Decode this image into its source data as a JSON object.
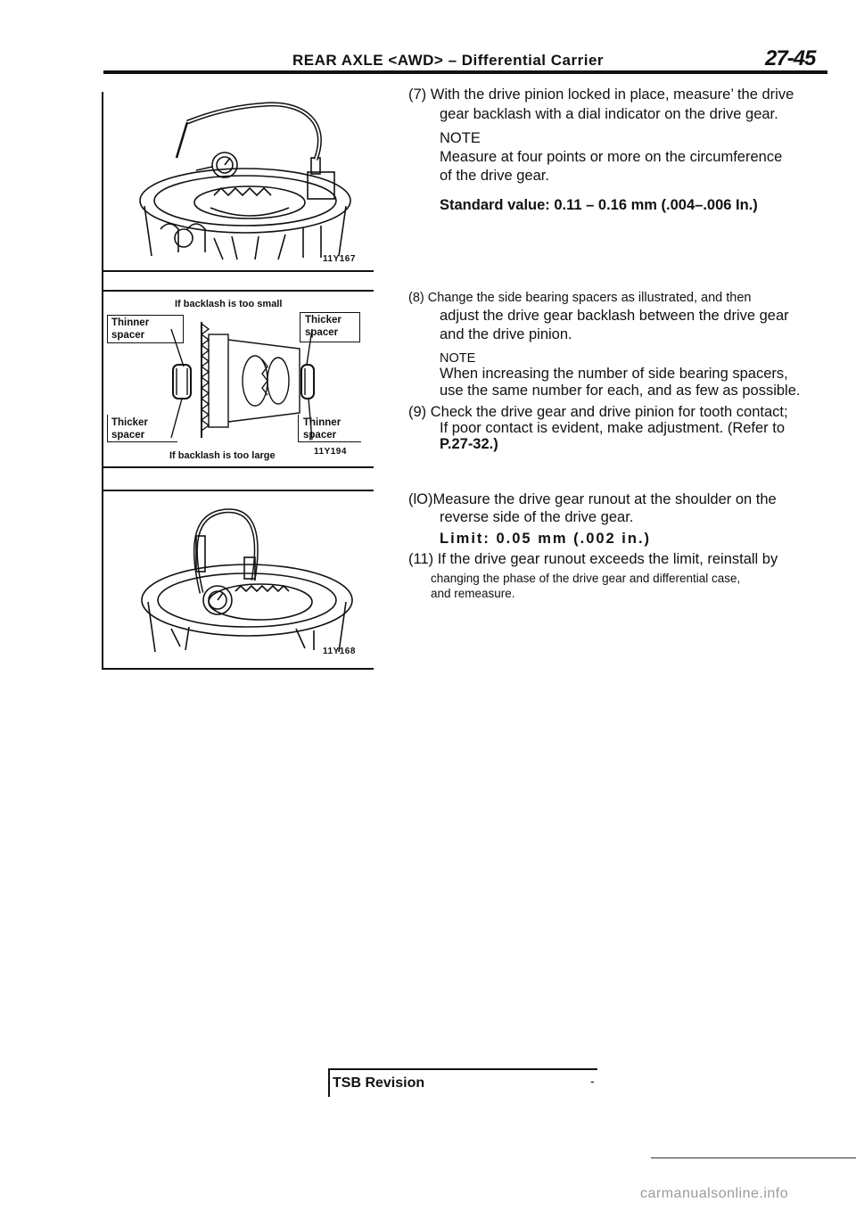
{
  "header": {
    "title": "REAR AXLE <AWD> – Differential Carrier",
    "page_number": "27-45"
  },
  "figures": {
    "fig1": {
      "code": "11Y167"
    },
    "fig2": {
      "caption_top": "If backlash is too small",
      "caption_bottom": "If backlash is too large",
      "code": "11Y194",
      "labels": {
        "top_left": [
          "Thinner",
          "spacer"
        ],
        "top_right": [
          "Thicker",
          "spacer"
        ],
        "bottom_left": [
          "Thicker",
          "spacer"
        ],
        "bottom_right": [
          "Thinner",
          "spacer"
        ]
      }
    },
    "fig3": {
      "code": "11Y168"
    }
  },
  "steps": {
    "s7": {
      "line1": "(7) With the drive pinion locked in place, measure’ the drive",
      "line2": "gear backlash with a dial indicator on the drive gear.",
      "note": "NOTE",
      "note1": "Measure at four points or more on the circumference",
      "note2": "of the drive gear.",
      "spec": "Standard value: 0.11 – 0.16 mm (.004–.006 In.)"
    },
    "s8": {
      "line1": "(8) Change the side bearing spacers as illustrated, and then",
      "line2": "adjust the drive gear backlash between the drive gear",
      "line3": "and the drive pinion.",
      "note": "NOTE",
      "note1": "When increasing the number of side bearing spacers,",
      "note2": "use the same number for each, and as few as possible."
    },
    "s9": {
      "line1": "(9) Check the drive gear and drive pinion for tooth contact;",
      "line2": "If poor contact is evident, make adjustment. (Refer to",
      "line3": "P.27-32.)"
    },
    "s10": {
      "line1": "(lO)Measure the drive gear runout at the shoulder on the",
      "line2": "reverse side of the drive gear.",
      "limit": "Limit: 0.05 mm (.002 in.)"
    },
    "s11": {
      "line1": "(11) If the drive gear runout exceeds the limit, reinstall by",
      "line2": "changing the phase of the drive gear and differential case,",
      "line3": "and remeasure."
    }
  },
  "footer": {
    "tsb": "TSB Revision",
    "dash": "-",
    "watermark": "carmanualsonline.info"
  }
}
